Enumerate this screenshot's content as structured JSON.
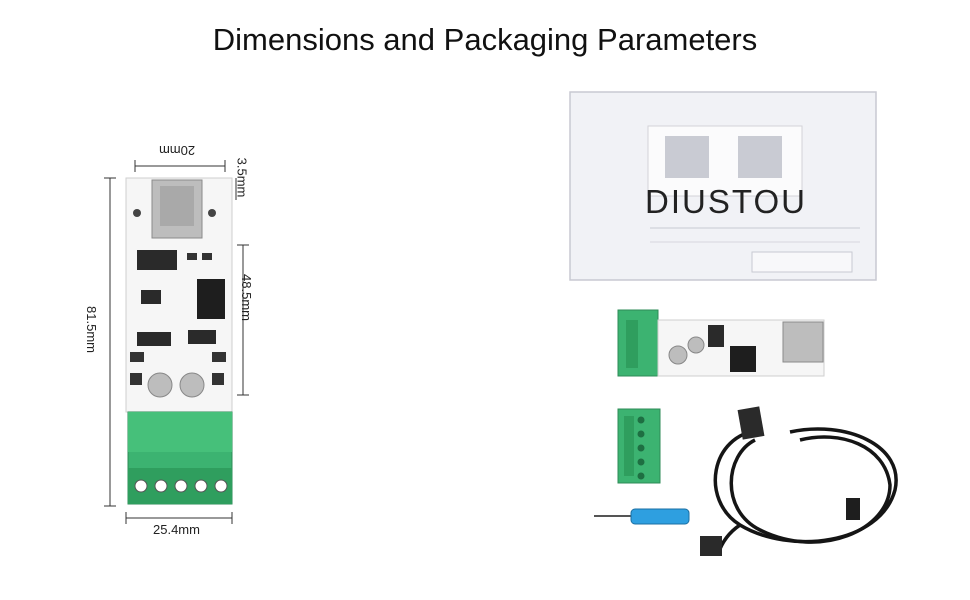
{
  "title": "Dimensions and Packaging Parameters",
  "dimensions": {
    "width_top": "20mm",
    "top_offset": "3.5mm",
    "middle_height": "48.5mm",
    "total_height": "81.5mm",
    "width_bottom": "25.4mm"
  },
  "package": {
    "brand_text": "DIUSTOU"
  }
}
